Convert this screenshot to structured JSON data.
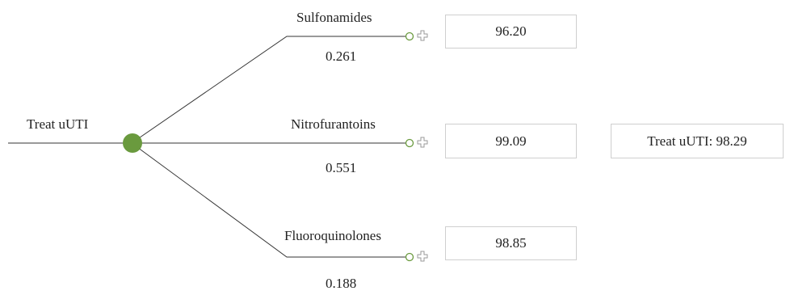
{
  "root": {
    "label": "Treat uUTI",
    "node_color": "#6a9a3e"
  },
  "branches": [
    {
      "name": "Sulfonamides",
      "probability": "0.261",
      "value": "96.20"
    },
    {
      "name": "Nitrofurantoins",
      "probability": "0.551",
      "value": "99.09"
    },
    {
      "name": "Fluoroquinolones",
      "probability": "0.188",
      "value": "98.85"
    }
  ],
  "result": {
    "label": "Treat uUTI: 98.29"
  },
  "colors": {
    "line": "#333333",
    "terminal": "#6a9a3e",
    "plus_icon": "#999999",
    "box_border": "#cfcfcf"
  }
}
